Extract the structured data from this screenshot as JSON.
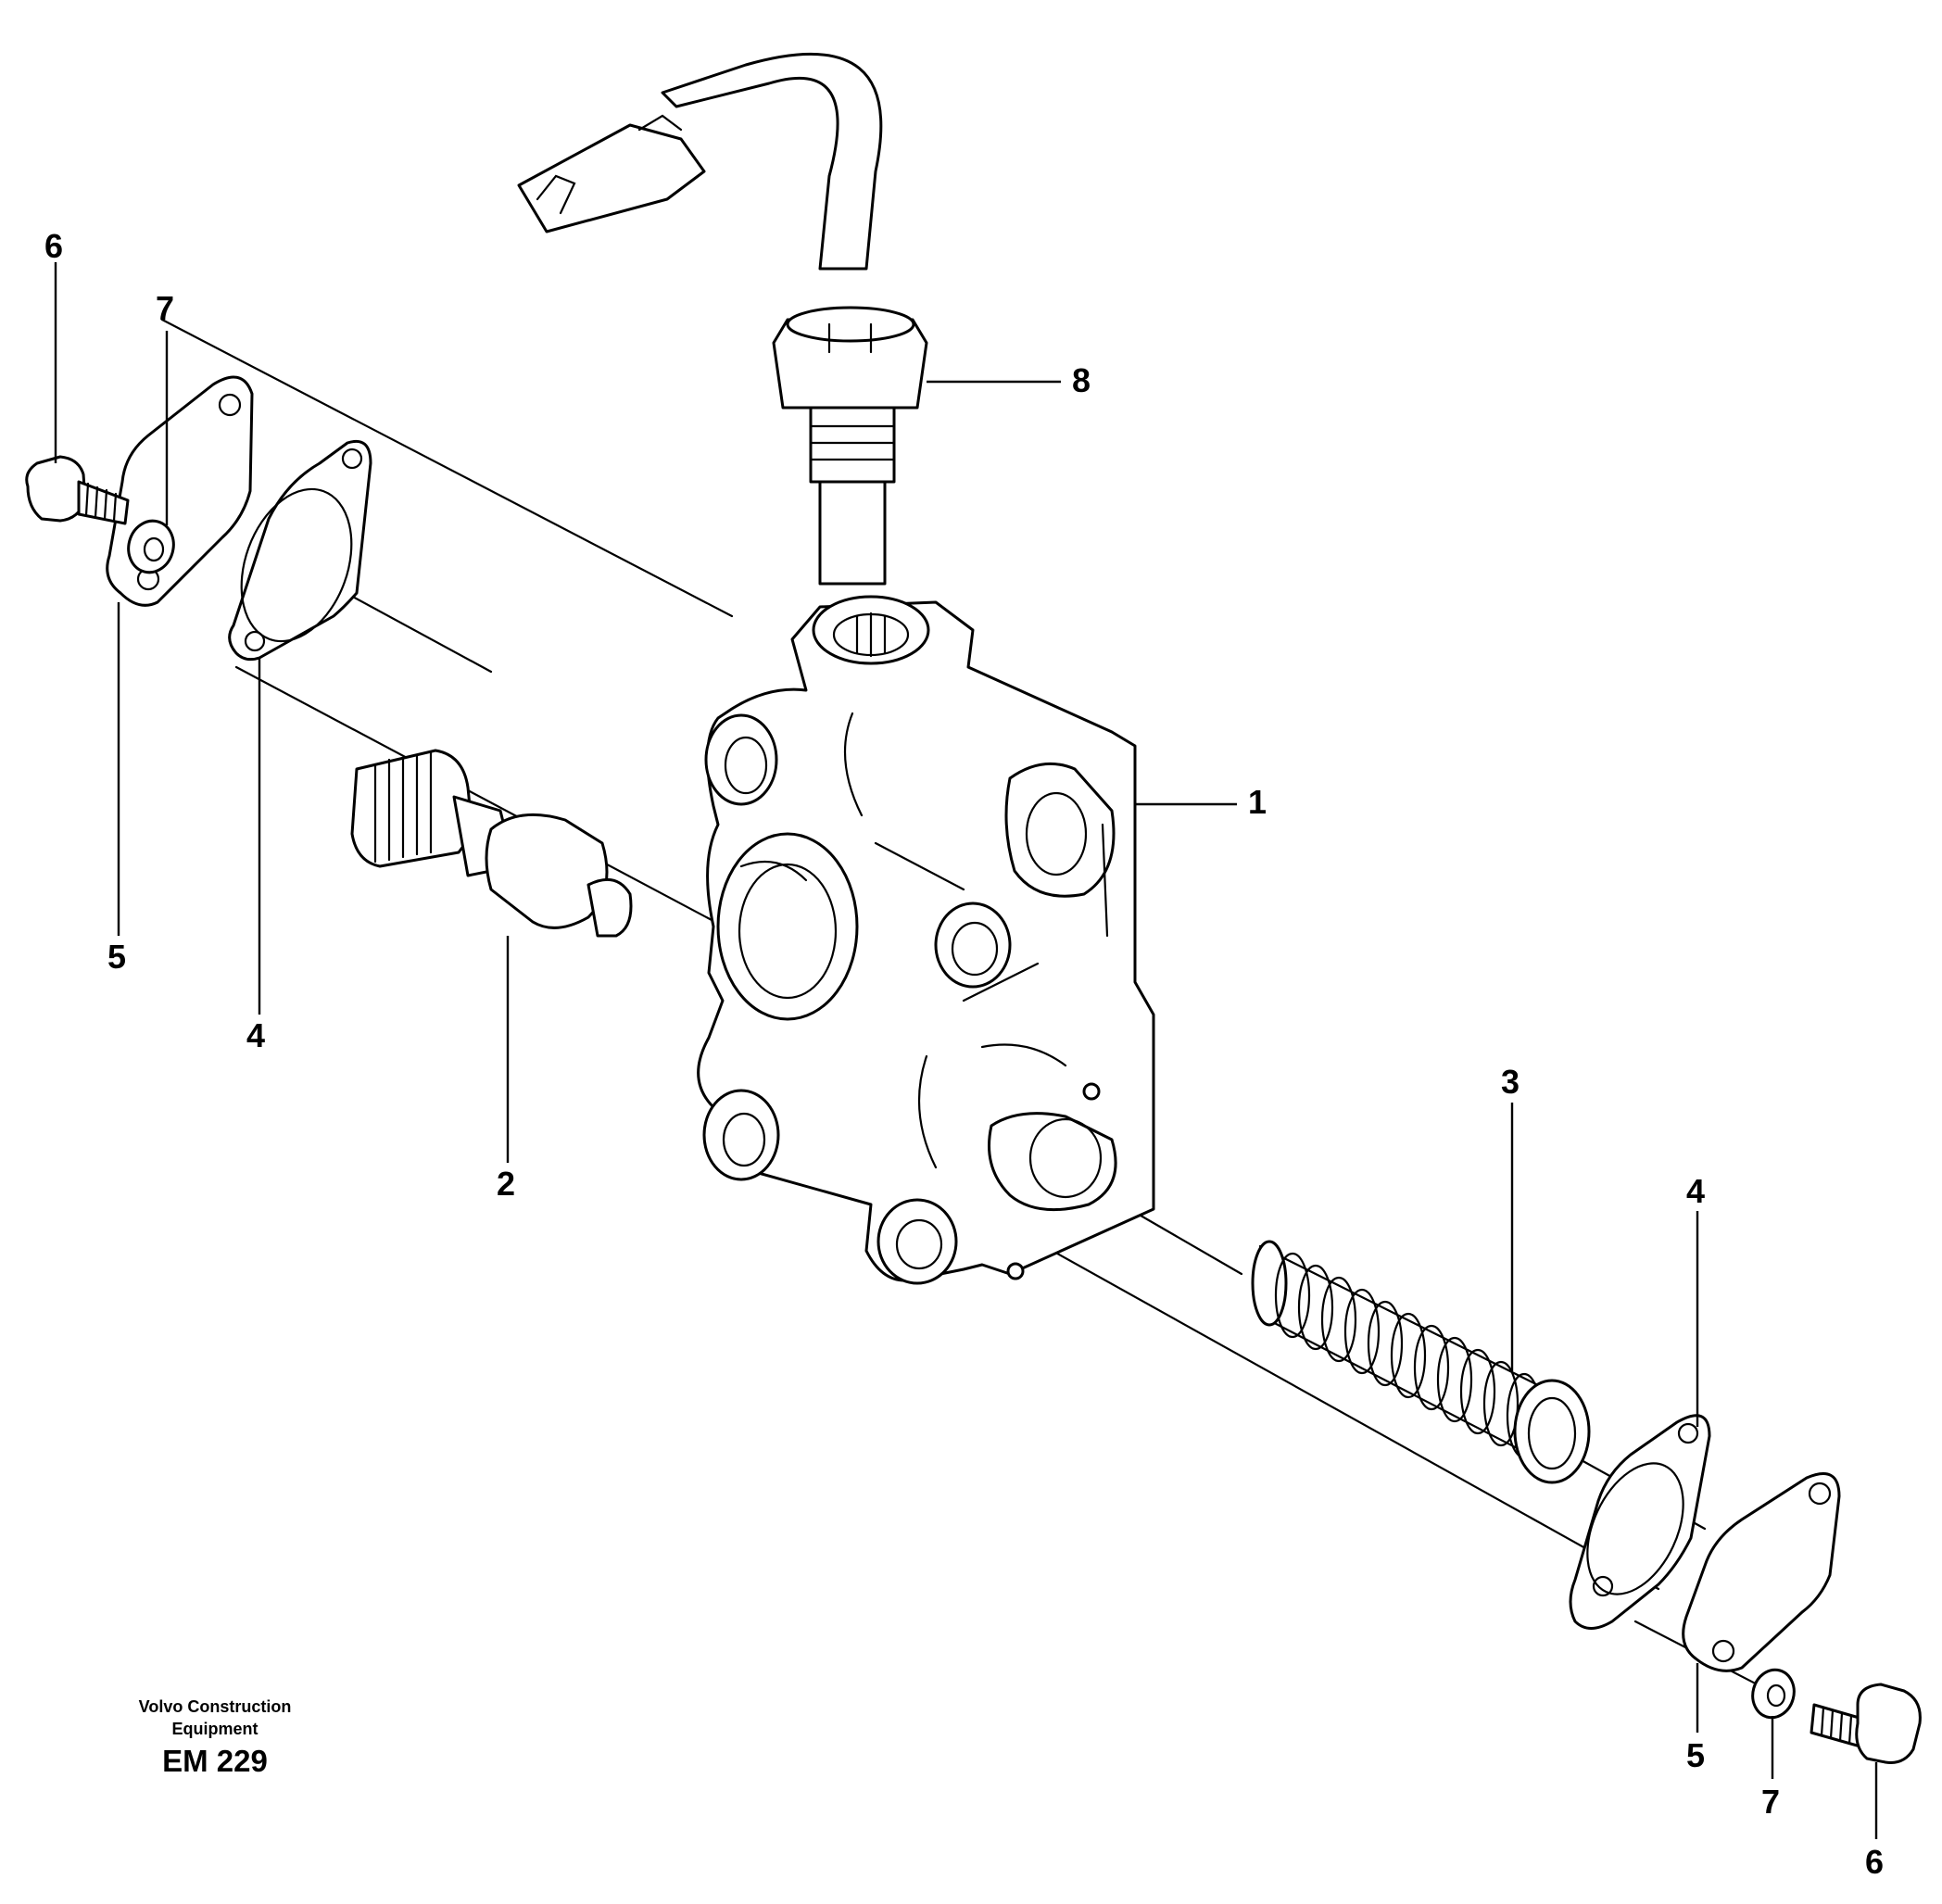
{
  "labels": {
    "part_1": "1",
    "part_2": "2",
    "part_3": "3",
    "part_4_left": "4",
    "part_4_right": "4",
    "part_5_left": "5",
    "part_5_right": "5",
    "part_6_left": "6",
    "part_6_right": "6",
    "part_7_left": "7",
    "part_7_right": "7",
    "part_8": "8"
  },
  "caption": {
    "line1": "Volvo Construction",
    "line2": "Equipment",
    "code": "EM 229"
  }
}
